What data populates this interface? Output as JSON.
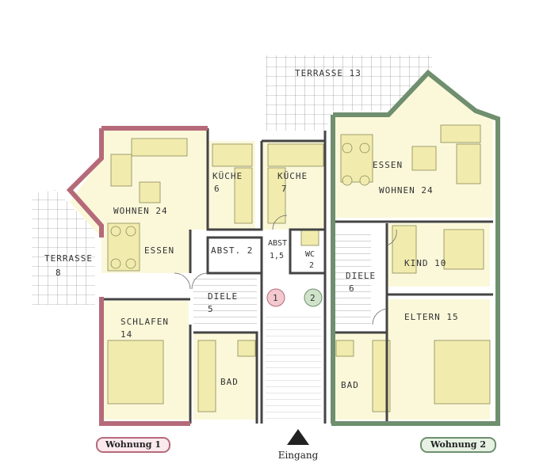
{
  "rooms": {
    "terrace_top": "TERRASSE 13",
    "terrace_left_1": "TERRASSE",
    "terrace_left_2": "8",
    "kitchen_1_name": "KÜCHE",
    "kitchen_1_area": "6",
    "kitchen_2_name": "KÜCHE",
    "kitchen_2_area": "7",
    "living_1": "WOHNEN 24",
    "dining_1": "ESSEN",
    "storage_1": "ABST. 2",
    "storage_2_name": "ABST.",
    "storage_2_area": "1,5",
    "wc_name": "WC",
    "wc_area": "2",
    "hall_1_name": "DIELE",
    "hall_1_area": "5",
    "hall_2_name": "DIELE",
    "hall_2_area": "6",
    "bedroom_1_name": "SCHLAFEN",
    "bedroom_1_area": "14",
    "bath_1": "BAD",
    "bath_2": "BAD",
    "dining_2": "ESSEN",
    "living_2": "WOHNEN 24",
    "child_2": "KIND 10",
    "parents_2": "ELTERN 15",
    "unit_marker_1": "1",
    "unit_marker_2": "2"
  },
  "labels": {
    "unit_1": "Wohnung 1",
    "unit_2": "Wohnung 2",
    "entrance": "Eingang"
  },
  "colors": {
    "unit_1_wall": "#b56a7a",
    "unit_2_wall": "#6f8f6f",
    "floor_fill": "#fbf8da",
    "furniture_fill": "#f1ecae",
    "entrance_marker": "#222222"
  }
}
